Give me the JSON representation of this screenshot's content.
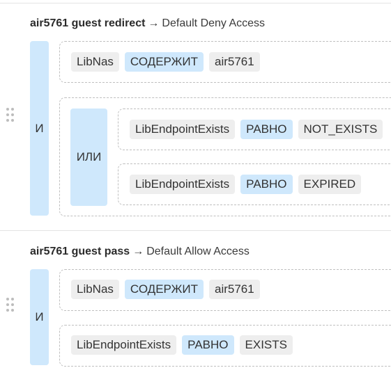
{
  "rules": [
    {
      "name": "air5761 guest redirect",
      "arrow": "→",
      "action": "Default Deny Access",
      "operator": "И",
      "conditions": [
        {
          "field": "LibNas",
          "operator": "СОДЕРЖИТ",
          "value": "air5761"
        }
      ],
      "group": {
        "operator": "ИЛИ",
        "conditions": [
          {
            "field": "LibEndpointExists",
            "operator": "РАВНО",
            "value": "NOT_EXISTS"
          },
          {
            "field": "LibEndpointExists",
            "operator": "РАВНО",
            "value": "EXPIRED"
          }
        ]
      }
    },
    {
      "name": "air5761 guest pass",
      "arrow": "→",
      "action": "Default Allow Access",
      "operator": "И",
      "conditions": [
        {
          "field": "LibNas",
          "operator": "СОДЕРЖИТ",
          "value": "air5761"
        },
        {
          "field": "LibEndpointExists",
          "operator": "РАВНО",
          "value": "EXISTS"
        }
      ]
    }
  ],
  "colors": {
    "operator_bg": "#cfe8fc",
    "value_bg": "#eeeeee",
    "dashed_border": "#bfbfbf",
    "divider": "#e3e3e3"
  },
  "icons": {
    "drag_handle": "drag-handle-icon"
  }
}
